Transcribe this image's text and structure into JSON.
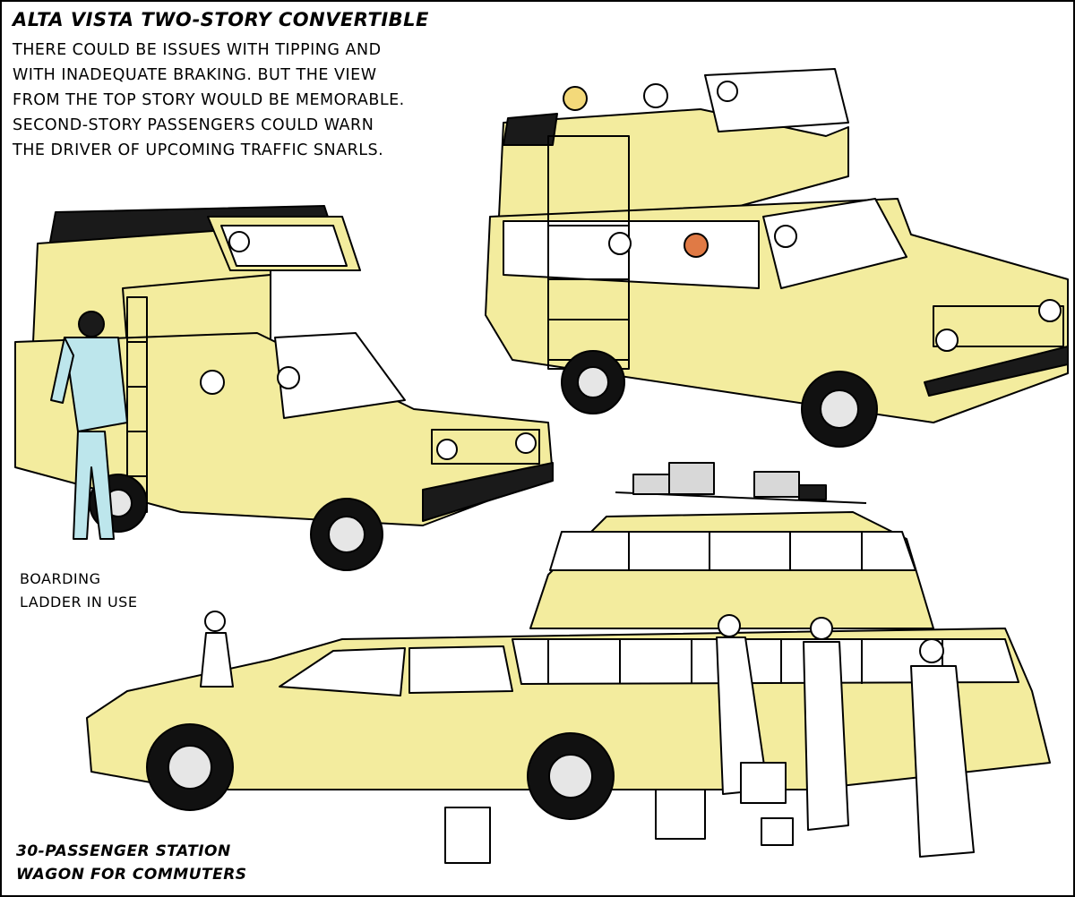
{
  "headline": "ALTA VISTA TWO-STORY CONVERTIBLE",
  "body_lines": [
    "THERE COULD BE ISSUES WITH TIPPING AND",
    "WITH INADEQUATE BRAKING. BUT THE VIEW",
    "FROM THE TOP STORY WOULD BE MEMORABLE.",
    "SECOND-STORY PASSENGERS COULD  WARN",
    "THE DRIVER OF  UPCOMING TRAFFIC SNARLS."
  ],
  "ladder_caption_lines": [
    "BOARDING",
    "LADDER IN USE"
  ],
  "wagon_caption_lines": [
    "30-PASSENGER STATION",
    "WAGON FOR COMMUTERS"
  ],
  "colors": {
    "car_body": "#f3ec9e",
    "soft_top": "#1a1a1a",
    "glass": "#ffffff",
    "tire": "#111111",
    "suit_blue": "#bde6ec",
    "bumper": "#1a1a1a",
    "luggage": "#d8d8d8"
  }
}
